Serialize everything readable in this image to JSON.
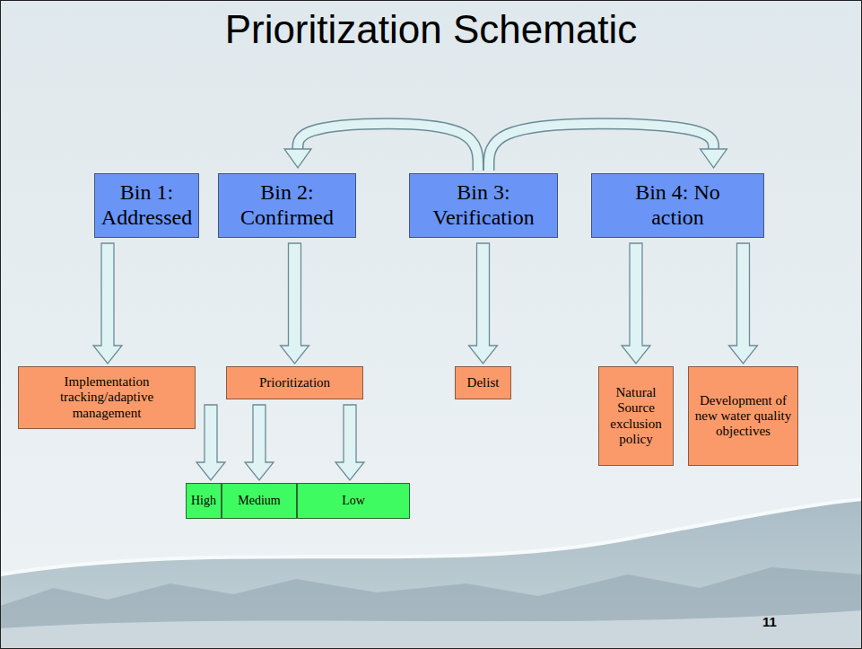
{
  "diagram": {
    "title": "Prioritization Schematic",
    "nodes": [
      {
        "text": [
          "Bin 1: Addressed"
        ]
      },
      {
        "text": [
          "Bin 2: Confirmed"
        ]
      },
      {
        "text": [
          "Bin 3: Verification"
        ]
      },
      {
        "text": [
          "Bin 4: No action"
        ]
      },
      {
        "text": [
          "Implementation tracking/adaptive management"
        ]
      },
      {
        "text": [
          "Prioritization"
        ]
      },
      {
        "text": [
          "Delist"
        ]
      },
      {
        "text": [
          "Natural Source exclusion policy"
        ]
      },
      {
        "text": [
          "Development of new water quality objectives"
        ]
      },
      {
        "text": [
          "High"
        ]
      },
      {
        "text": [
          "Medium"
        ]
      },
      {
        "text": [
          "Low"
        ]
      }
    ],
    "edges": [
      {
        "from": 2,
        "to": 1,
        "arrow": "to"
      },
      {
        "from": 2,
        "to": 3,
        "arrow": "to"
      },
      {
        "from": 0,
        "to": 4,
        "arrow": "to"
      },
      {
        "from": 1,
        "to": 5,
        "arrow": "to"
      },
      {
        "from": 2,
        "to": 6,
        "arrow": "to"
      },
      {
        "from": 3,
        "to": 7,
        "arrow": "to"
      },
      {
        "from": 3,
        "to": 8,
        "arrow": "to"
      },
      {
        "from": 5,
        "to": 9,
        "arrow": "to"
      },
      {
        "from": 5,
        "to": 10,
        "arrow": "to"
      },
      {
        "from": 5,
        "to": 11,
        "arrow": "to"
      }
    ],
    "labels": [
      "11"
    ]
  }
}
